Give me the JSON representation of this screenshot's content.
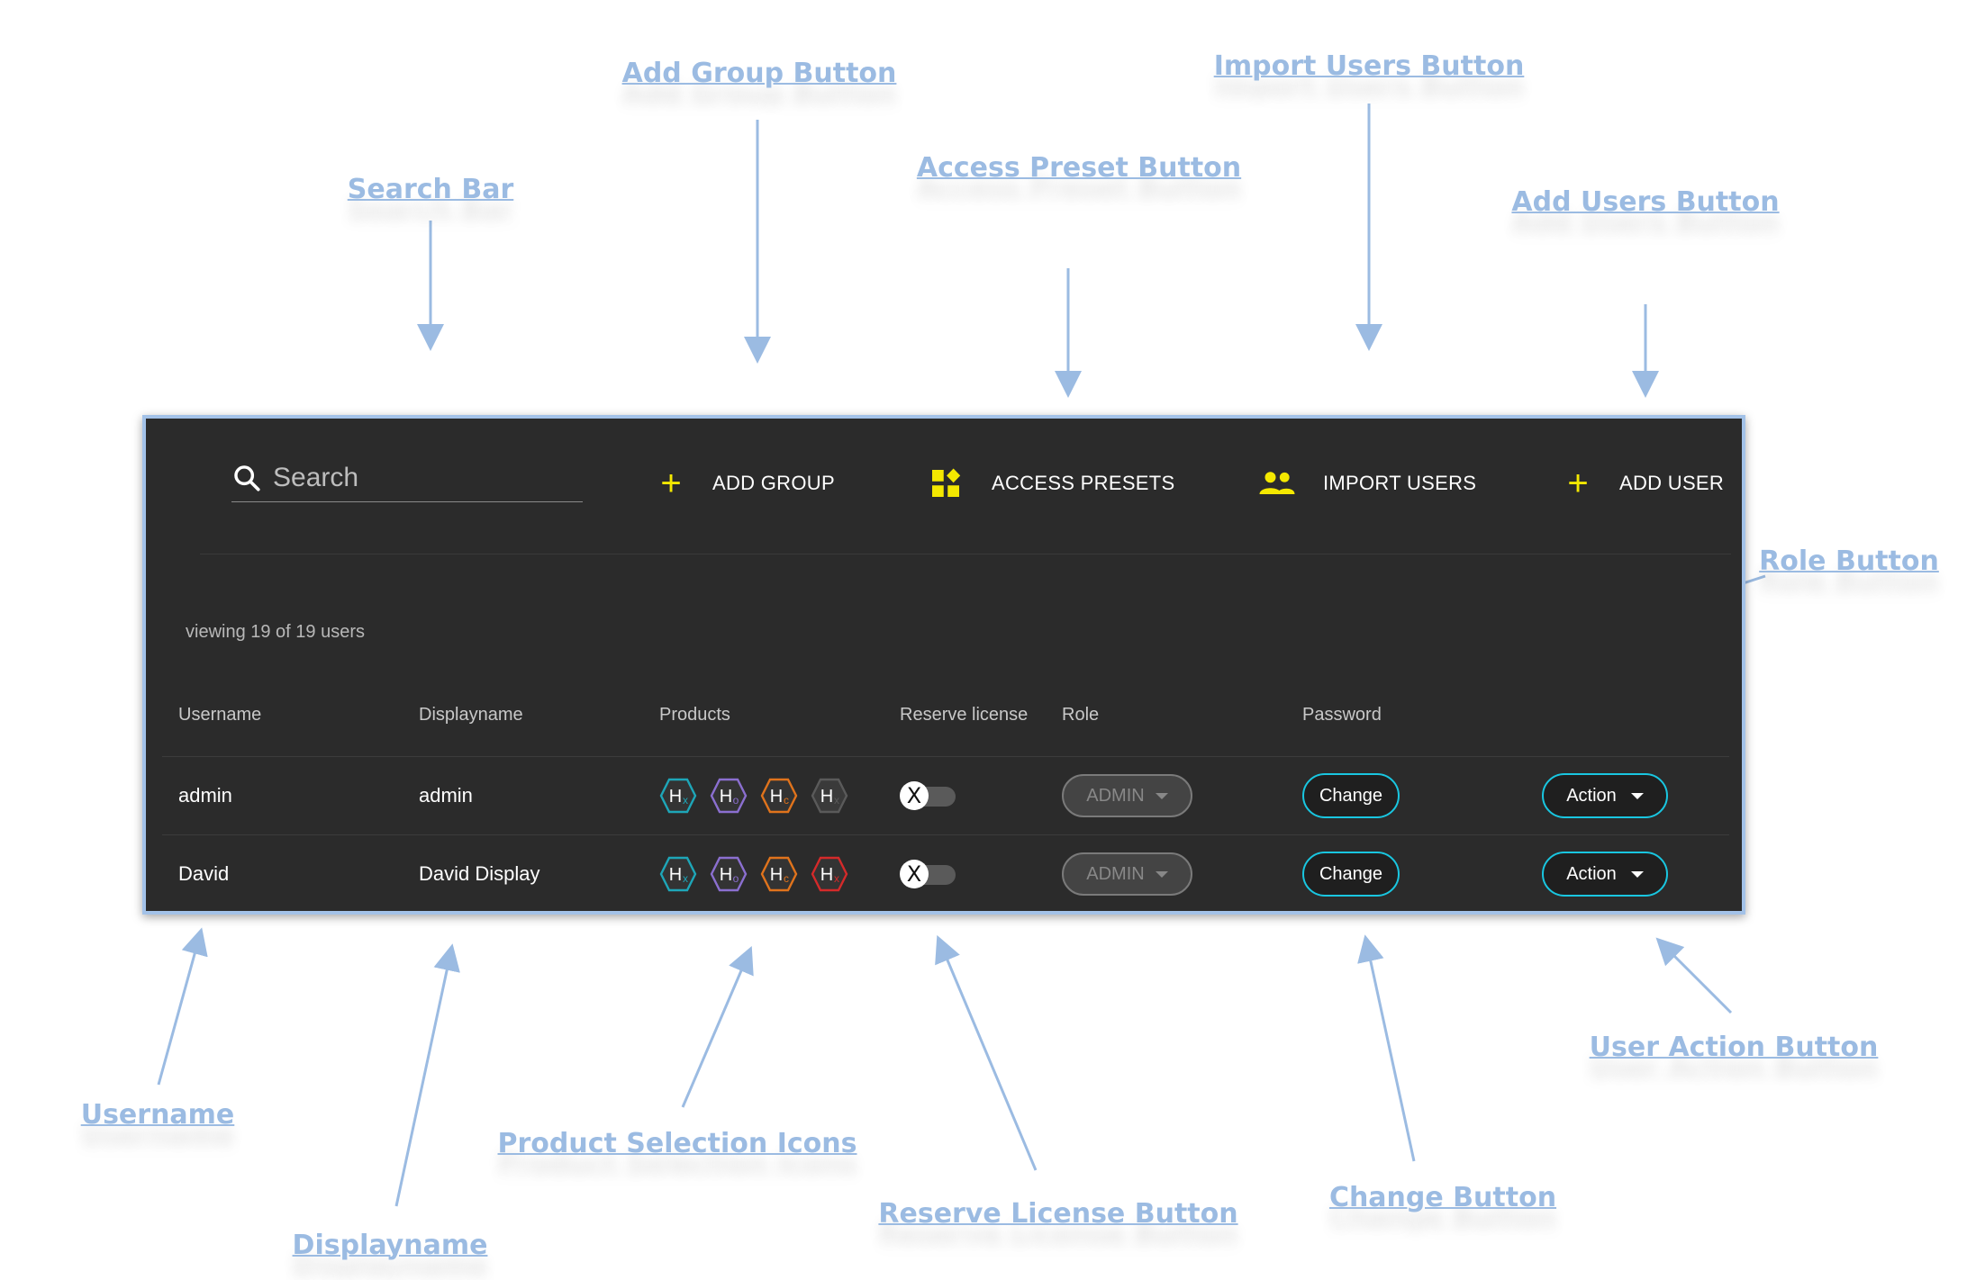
{
  "callouts": {
    "search_bar": "Search Bar",
    "add_group": "Add Group Button",
    "access_preset": "Access Preset Button",
    "import_users": "Import Users Button",
    "add_users": "Add Users Button",
    "role": "Role Button",
    "username": "Username",
    "displayname": "Displayname",
    "product_icons": "Product Selection Icons",
    "reserve_license": "Reserve License Button",
    "change": "Change Button",
    "user_action": "User Action Button"
  },
  "toolbar": {
    "search_placeholder": "Search",
    "add_group": "ADD GROUP",
    "access_presets": "ACCESS PRESETS",
    "import_users": "IMPORT USERS",
    "add_user": "ADD USER"
  },
  "viewing_text": "viewing 19 of 19 users",
  "table": {
    "headers": {
      "username": "Username",
      "displayname": "Displayname",
      "products": "Products",
      "reserve_license": "Reserve license",
      "role": "Role",
      "password": "Password"
    },
    "rows": [
      {
        "username": "admin",
        "displayname": "admin",
        "products": [
          {
            "letter": "H",
            "sub": "x",
            "color": "#1ea6b8",
            "active": true
          },
          {
            "letter": "H",
            "sub": "o",
            "color": "#8b6fd0",
            "active": true
          },
          {
            "letter": "H",
            "sub": "c",
            "color": "#e0731c",
            "active": true
          },
          {
            "letter": "H",
            "sub": "x",
            "color": "#5a5a5a",
            "active": false
          }
        ],
        "reserve_license": "X",
        "role": "ADMIN",
        "password_button": "Change",
        "action_button": "Action"
      },
      {
        "username": "David",
        "displayname": "David Display",
        "products": [
          {
            "letter": "H",
            "sub": "x",
            "color": "#1ea6b8",
            "active": true
          },
          {
            "letter": "H",
            "sub": "o",
            "color": "#8b6fd0",
            "active": true
          },
          {
            "letter": "H",
            "sub": "c",
            "color": "#e0731c",
            "active": true
          },
          {
            "letter": "H",
            "sub": "x",
            "color": "#d42a2a",
            "active": true
          }
        ],
        "reserve_license": "X",
        "role": "ADMIN",
        "password_button": "Change",
        "action_button": "Action"
      }
    ]
  },
  "colors": {
    "callout": "#9bbbe2",
    "accent_yellow": "#f4e800",
    "button_border": "#19c6e0",
    "panel_bg": "#2b2b2b",
    "panel_border": "#a3c2e8"
  }
}
